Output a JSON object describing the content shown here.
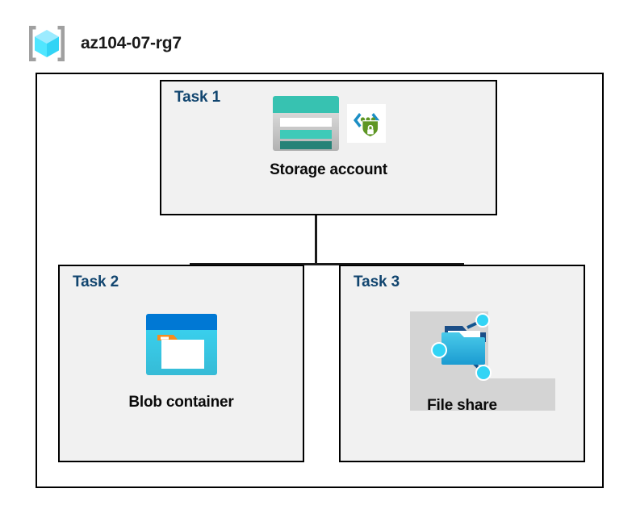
{
  "resource_group": {
    "icon": "resource-group-cube-icon",
    "name": "az104-07-rg7"
  },
  "diagram": {
    "type": "azure-architecture",
    "tasks": [
      {
        "id": "task1",
        "label": "Task 1",
        "node_caption": "Storage account",
        "icons": [
          "storage-account-icon",
          "secure-endpoint-shield-icon"
        ],
        "highlighted": false
      },
      {
        "id": "task2",
        "label": "Task 2",
        "node_caption": "Blob container",
        "icons": [
          "blob-container-icon"
        ],
        "highlighted": false
      },
      {
        "id": "task3",
        "label": "Task 3",
        "node_caption": "File share",
        "icons": [
          "file-share-icon"
        ],
        "highlighted": true
      }
    ],
    "connections": [
      {
        "from": "task1",
        "to": "task2"
      },
      {
        "from": "task1",
        "to": "task3"
      }
    ]
  },
  "colors": {
    "task_label": "#11456F",
    "caption": "#0A0A0A",
    "box_border": "#000000",
    "box_fill": "#F1F1F1",
    "canvas": "#FFFFFF",
    "connector": "#1A1A1A",
    "highlight": "#D4D4D4",
    "storage_teal": "#37C2B1",
    "storage_teal_dark": "#258277",
    "blob_blue": "#0078D4",
    "blob_cyan": "#32D4F5",
    "blob_orange": "#F78D1E",
    "fileshare_blue": "#32BEDD",
    "shield_green": "#5E9624"
  }
}
